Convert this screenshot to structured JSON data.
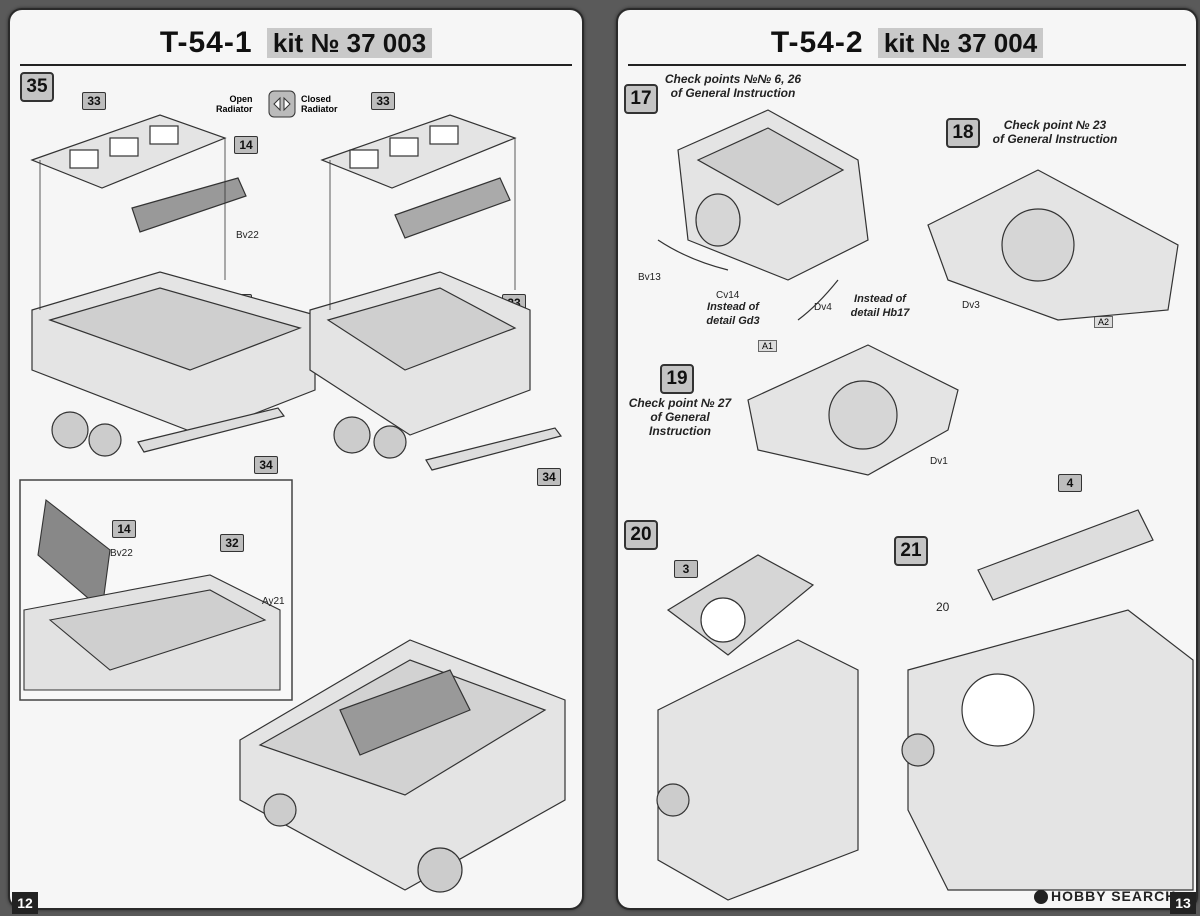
{
  "left": {
    "model": "T-54-1",
    "kit": "kit № 37 003",
    "page_number": "12",
    "step35": {
      "number": "35",
      "legend": {
        "open": "Open\nRadiator",
        "closed": "Closed\nRadiator"
      },
      "parts": [
        "33",
        "14",
        "32",
        "34",
        "33",
        "33",
        "34"
      ],
      "labels": [
        "Bv22"
      ],
      "inset": {
        "parts": [
          "14",
          "32"
        ],
        "labels": [
          "Bv22",
          "Ay21"
        ]
      }
    }
  },
  "right": {
    "model": "T-54-2",
    "kit": "kit № 37 004",
    "page_number": "13",
    "step17": {
      "number": "17",
      "note": "Check points №№ 6, 26\nof General Instruction",
      "labels": [
        "Bv13",
        "Cv14",
        "Dv4"
      ],
      "note_gd3": "Instead of\ndetail Gd3",
      "note_hb17": "Instead of\ndetail Hb17"
    },
    "step18": {
      "number": "18",
      "note": "Check point № 23\nof General Instruction",
      "labels": [
        "Dv3"
      ],
      "flag": "A2"
    },
    "step19": {
      "number": "19",
      "note": "Check point № 27\nof General\nInstruction",
      "labels": [
        "Dv1"
      ],
      "flag": "A1"
    },
    "step20": {
      "number": "20",
      "parts": [
        "3"
      ]
    },
    "step21": {
      "number": "21",
      "parts": [
        "4",
        "20"
      ]
    }
  },
  "watermark": "HOBBY SEARCH"
}
